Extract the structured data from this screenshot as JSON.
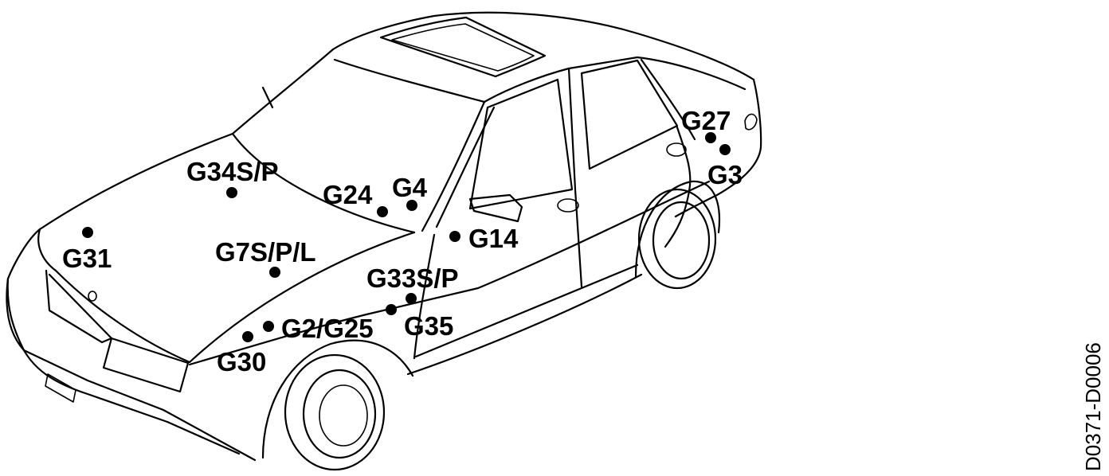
{
  "ground_points": [
    "G27",
    "G3",
    "G34S/P",
    "G24",
    "G4",
    "G31",
    "G7S/P/L",
    "G14",
    "G33S/P",
    "G35",
    "G2/G25",
    "G30"
  ],
  "figure_code": "D0371-D0006",
  "colors": {
    "ink": "#000000",
    "background": "#ffffff"
  }
}
